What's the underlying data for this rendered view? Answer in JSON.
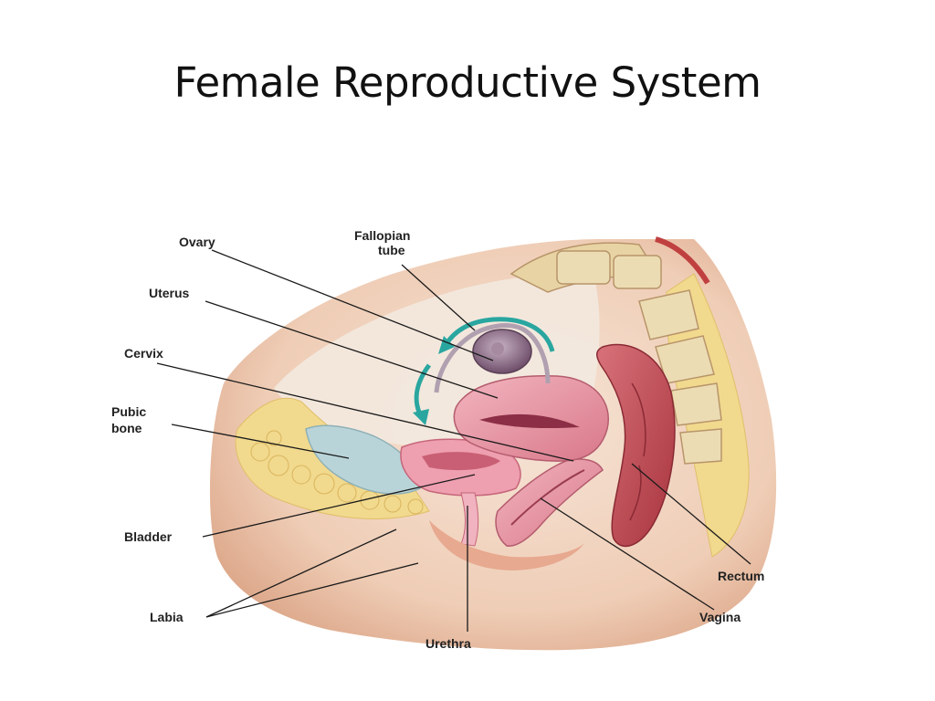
{
  "slide": {
    "title": "Female Reproductive System"
  },
  "diagram": {
    "labels": {
      "ovary": "Ovary",
      "fallopian_tube_line1": "Fallopian",
      "fallopian_tube_line2": "tube",
      "uterus": "Uterus",
      "cervix": "Cervix",
      "pubic_bone_line1": "Pubic",
      "pubic_bone_line2": "bone",
      "bladder": "Bladder",
      "labia": "Labia",
      "urethra": "Urethra",
      "rectum": "Rectum",
      "vagina": "Vagina"
    },
    "colors": {
      "skin": "#e9b99a",
      "fat": "#f2dc92",
      "bladder": "#b8d3d8",
      "uterus": "#e08a9a",
      "rectum": "#c4505a",
      "ovary": "#8a6a86",
      "tube_arrow": "#2aa6a0",
      "vertebra": "#e8d3a4"
    }
  }
}
